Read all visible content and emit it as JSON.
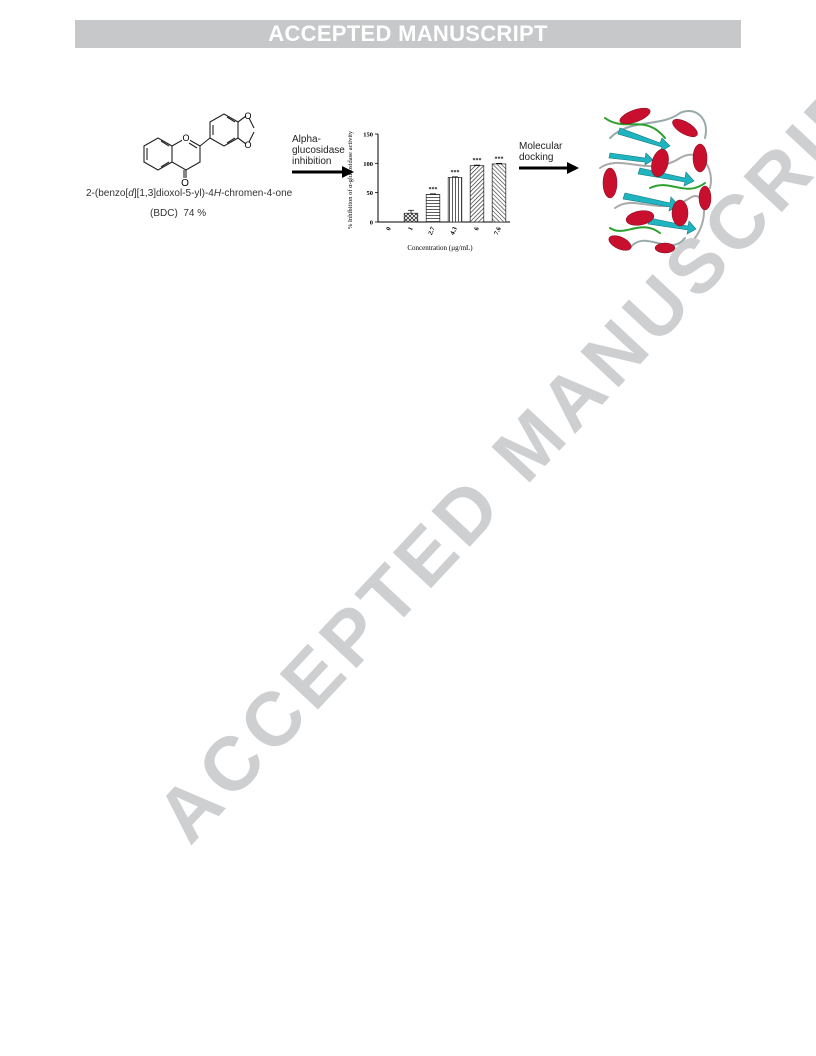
{
  "header": {
    "banner_text": "ACCEPTED MANUSCRIPT"
  },
  "watermark": {
    "text": "ACCEPTED MANUSCRIPT"
  },
  "graphical_abstract": {
    "compound": {
      "name_prefix": "2-(benzo[",
      "name_italic_d": "d",
      "name_middle": "][1,3]dioxol-5-yl)-4",
      "name_italic_h": "H",
      "name_suffix": "-chromen-4-one",
      "code": "(BDC)",
      "yield": "74 %",
      "carbonyl_label": "O",
      "ring_o_label": "O"
    },
    "step1_label_lines": [
      "Alpha-",
      "glucosidase",
      "inhibition"
    ],
    "step2_label_lines": [
      "Molecular",
      "docking"
    ]
  },
  "chart_data": {
    "type": "bar",
    "categories": [
      "0",
      "1",
      "2.7",
      "4.3",
      "6",
      "7.6"
    ],
    "values": [
      0,
      15,
      47,
      76,
      96,
      99
    ],
    "errors": [
      0,
      5,
      1,
      1,
      1,
      1
    ],
    "significance": [
      "",
      "",
      "***",
      "***",
      "***",
      "***"
    ],
    "xlabel": "Concentration (µg/mL)",
    "ylabel": "% Inhibition of α-glucosidase activity",
    "ylim": [
      0,
      150
    ],
    "yticks": [
      "0",
      "50",
      "100",
      "150"
    ],
    "grid": false
  }
}
